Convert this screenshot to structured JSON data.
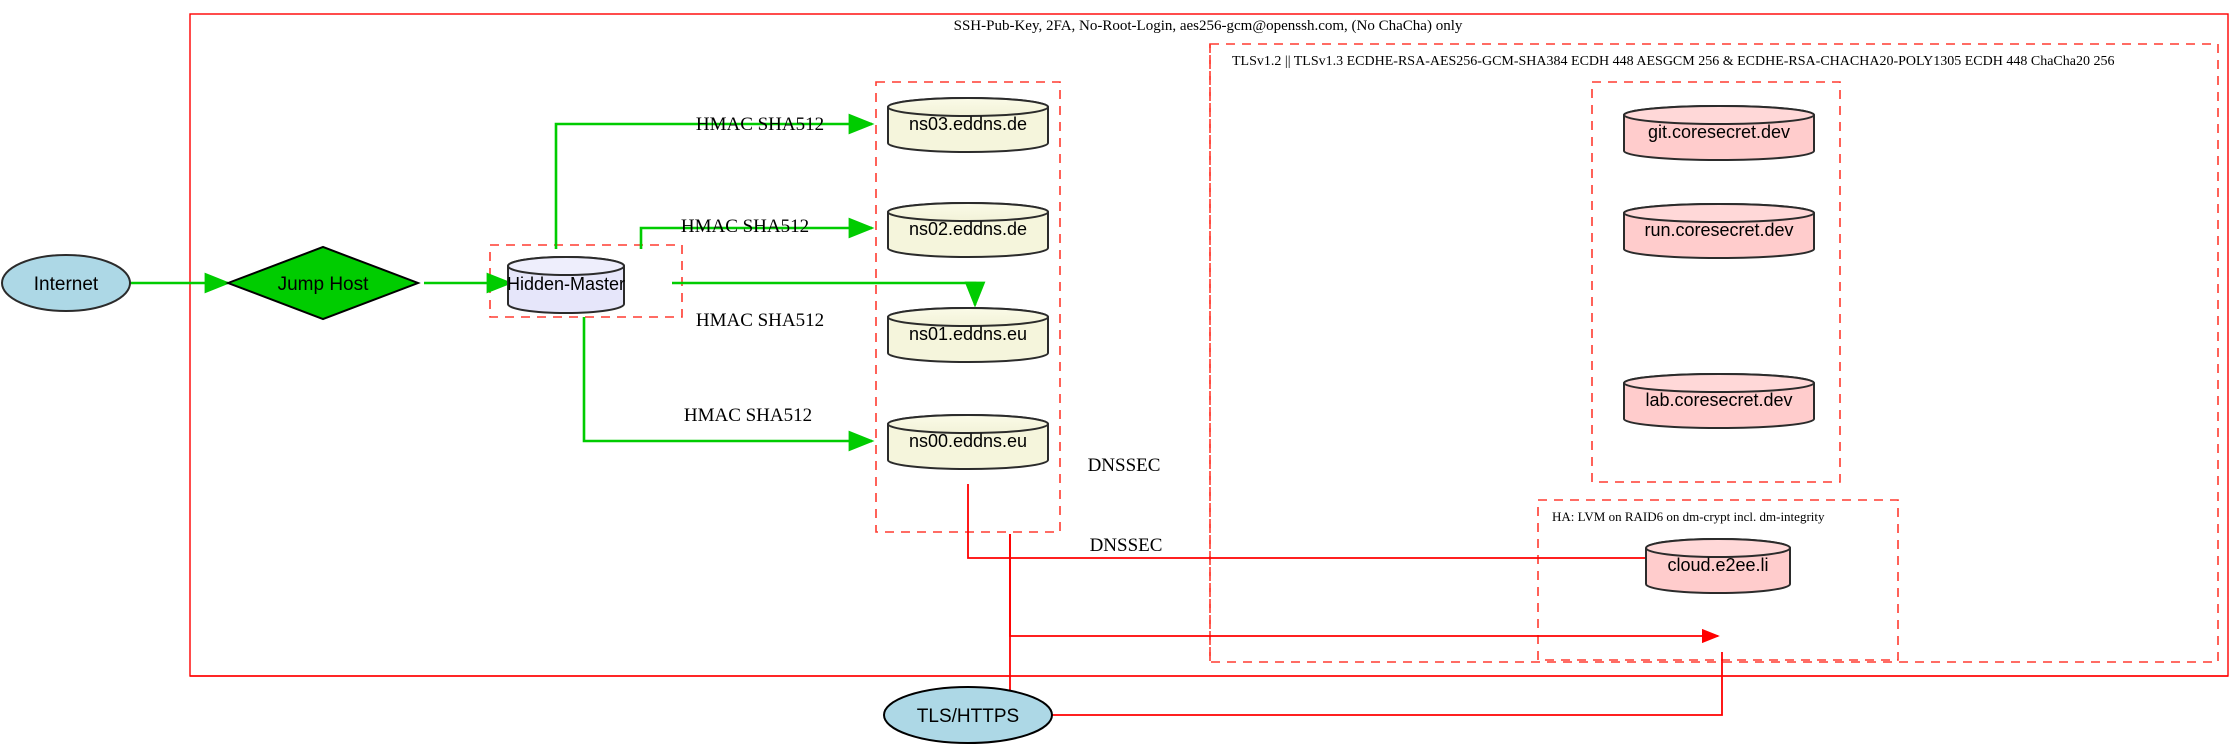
{
  "diagram": {
    "title_top": "SSH-Pub-Key, 2FA, No-Root-Login, aes256-gcm@openssh.com, (No ChaCha) only",
    "tls_cluster_label": "TLSv1.2 || TLSv1.3 ECDHE-RSA-AES256-GCM-SHA384 ECDH 448 AESGCM 256 & ECDHE-RSA-CHACHA20-POLY1305 ECDH 448 ChaCha20 256",
    "ha_cluster_label": "HA: LVM on RAID6 on dm-crypt incl. dm-integrity"
  },
  "nodes": {
    "internet": "Internet",
    "jump_host": "Jump Host",
    "hidden_master": "Hidden-Master",
    "ns03": "ns03.eddns.de",
    "ns02": "ns02.eddns.de",
    "ns01": "ns01.eddns.eu",
    "ns00": "ns00.eddns.eu",
    "git": "git.coresecret.dev",
    "run": "run.coresecret.dev",
    "lab": "lab.coresecret.dev",
    "cloud": "cloud.e2ee.li",
    "tls_https": "TLS/HTTPS"
  },
  "edge_labels": {
    "hmac_ns03": "HMAC SHA512",
    "hmac_ns02": "HMAC SHA512",
    "hmac_ns01": "HMAC SHA512",
    "hmac_ns00": "HMAC SHA512",
    "dnssec_1": "DNSSEC",
    "dnssec_2": "DNSSEC"
  },
  "colors": {
    "cluster_border": "#ff0000",
    "edge_green": "#00cc00",
    "edge_red": "#ff0000",
    "ellipse_fill": "#add8e6",
    "diamond_fill": "#00cc00",
    "master_fill": "#e6e6fa",
    "dns_fill": "#f5f5dc",
    "app_fill": "#ffcccc",
    "node_stroke": "#2b2b2b"
  }
}
